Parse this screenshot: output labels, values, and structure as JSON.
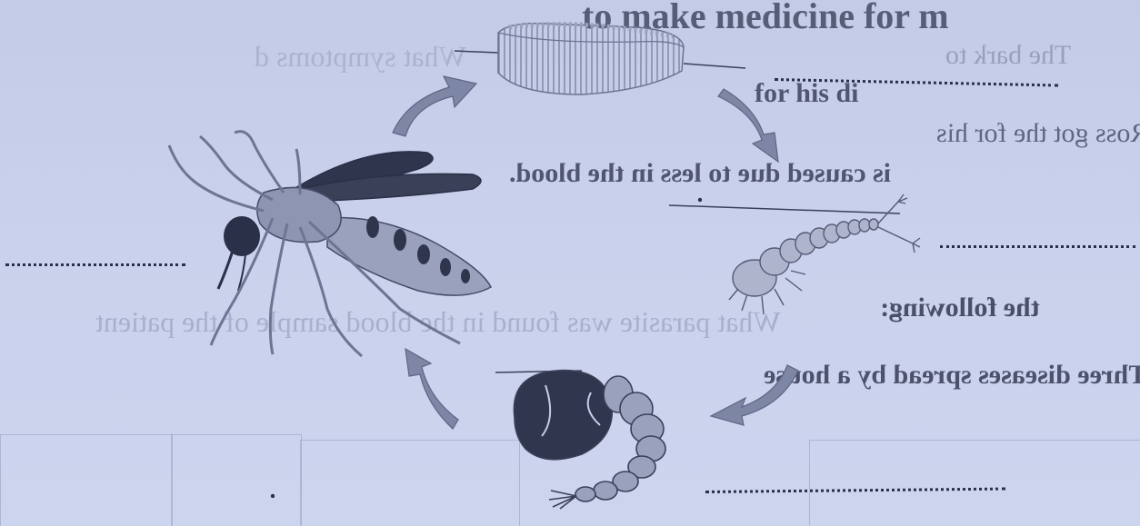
{
  "background_text": {
    "line1": "to make medicine for m",
    "line2": "The bark to",
    "line3": "for his di",
    "line4": "Ronald Ross got the for his",
    "line5": "is caused due to less in the blood.",
    "line6": "the following:",
    "line7": "Three diseases spread by a house",
    "line8": "What parasite was found in the blood sample of the patient",
    "line9": "What symptoms d"
  },
  "diagram": {
    "stages": [
      "egg raft",
      "larva",
      "pupa",
      "adult mosquito"
    ],
    "answer_lines": 4
  },
  "colors": {
    "paper": "#c8d0ea",
    "ink": "#2a3048",
    "arrow": "#7d86a4"
  }
}
